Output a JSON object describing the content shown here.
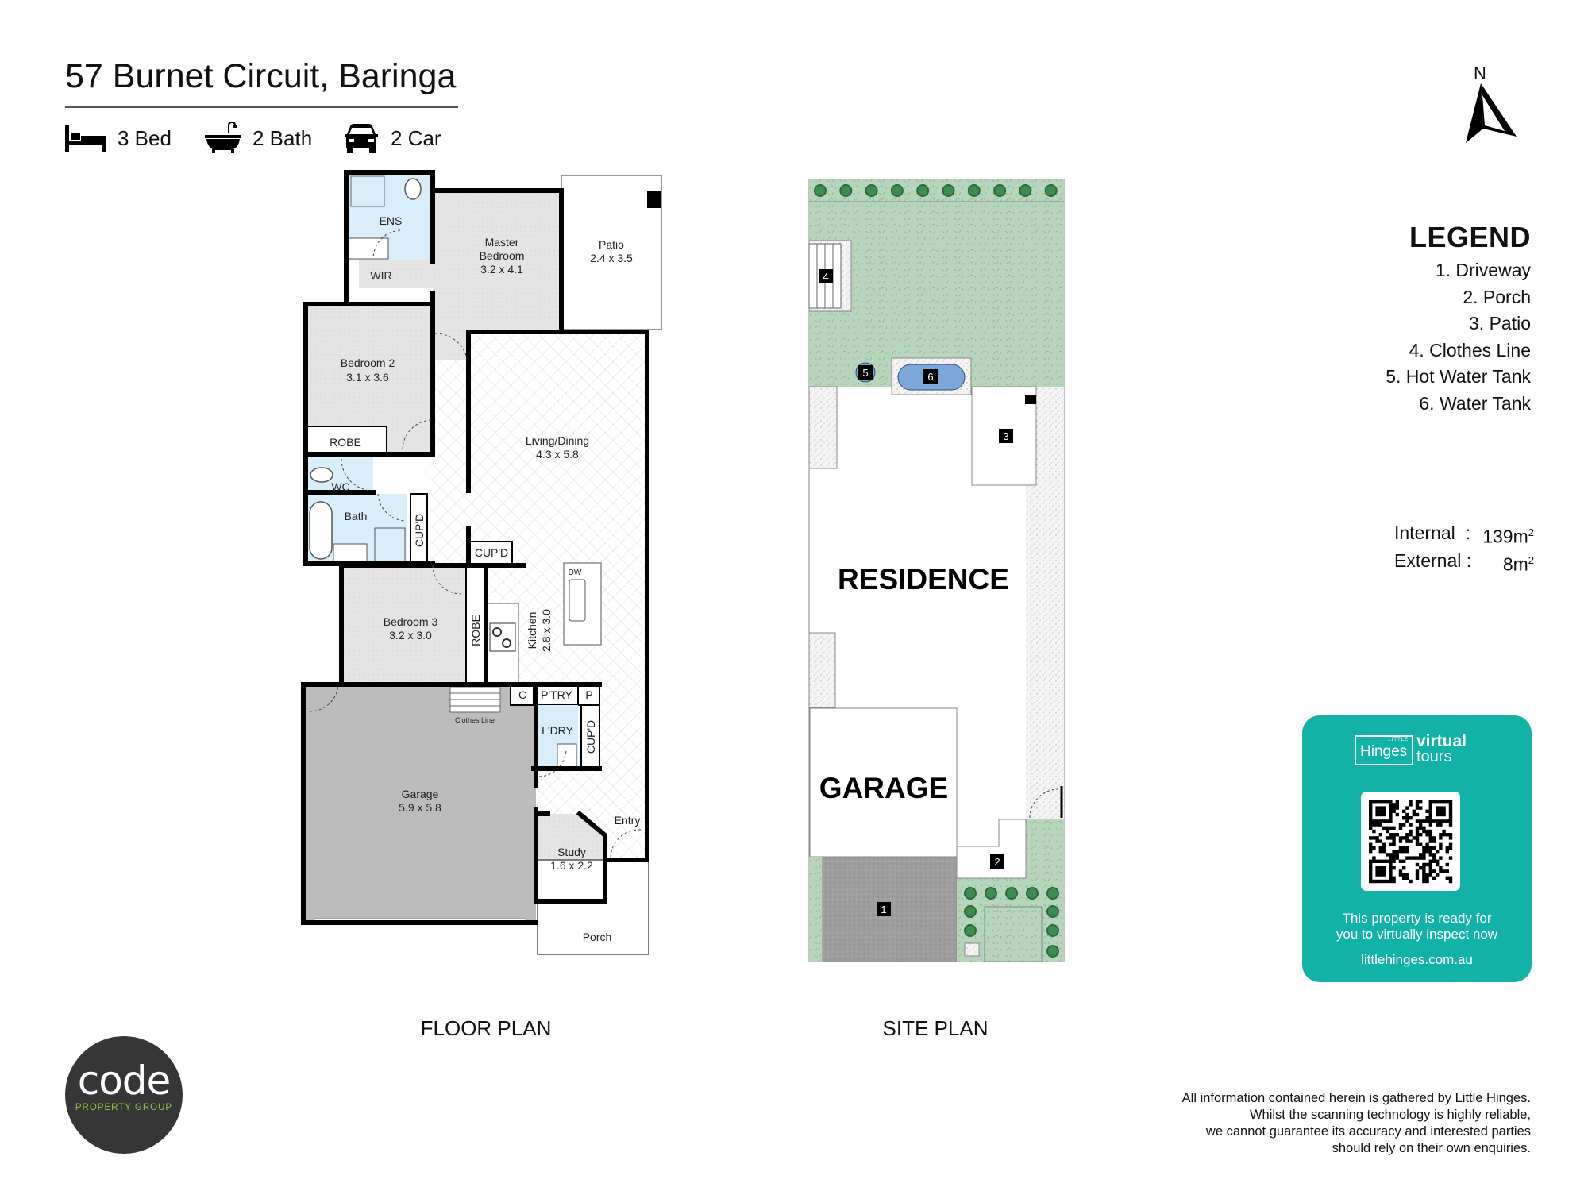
{
  "title": "57 Burnet Circuit, Baringa",
  "features": [
    {
      "icon": "bed-icon",
      "label": "3 Bed"
    },
    {
      "icon": "bath-icon",
      "label": "2 Bath"
    },
    {
      "icon": "car-icon",
      "label": "2 Car"
    }
  ],
  "compass": {
    "label": "N"
  },
  "legend": {
    "title": "LEGEND",
    "items": [
      "1. Driveway",
      "2. Porch",
      "3. Patio",
      "4. Clothes Line",
      "5. Hot Water Tank",
      "6. Water Tank"
    ]
  },
  "areas": {
    "internal_label": "Internal  :",
    "internal_value": "139m",
    "external_label": "External :",
    "external_value": "8m",
    "unit_sup": "2"
  },
  "floor_plan": {
    "caption": "FLOOR PLAN",
    "rooms": [
      {
        "name": "ENS"
      },
      {
        "name": "WIR"
      },
      {
        "name_line1": "Master",
        "name_line2": "Bedroom",
        "dims": "3.2 x 4.1"
      },
      {
        "name": "Patio",
        "dims": "2.4 x 3.5"
      },
      {
        "name": "Bedroom 2",
        "dims": "3.1 x 3.6"
      },
      {
        "name": "ROBE"
      },
      {
        "name": "Living/Dining",
        "dims": "4.3 x 5.8"
      },
      {
        "name": "WC"
      },
      {
        "name": "Bath"
      },
      {
        "name": "CUP'D"
      },
      {
        "name": "CUP'D"
      },
      {
        "name": "Bedroom 3",
        "dims": "3.2 x 3.0"
      },
      {
        "name": "ROBE"
      },
      {
        "name": "Kitchen",
        "dims": "2.8 x 3.0"
      },
      {
        "name": "DW"
      },
      {
        "name": "C"
      },
      {
        "name": "P'TRY"
      },
      {
        "name": "P"
      },
      {
        "name": "L'DRY"
      },
      {
        "name": "CUP'D"
      },
      {
        "name": "Clothes Line"
      },
      {
        "name": "Garage",
        "dims": "5.9 x 5.8"
      },
      {
        "name": "Study",
        "dims": "1.6 x 2.2"
      },
      {
        "name": "Entry"
      },
      {
        "name": "Porch"
      }
    ]
  },
  "site_plan": {
    "caption": "SITE PLAN",
    "residence_label": "RESIDENCE",
    "garage_label": "GARAGE",
    "markers": [
      "1",
      "2",
      "3",
      "4",
      "5",
      "6"
    ]
  },
  "tour_card": {
    "brand_small": "LITTLE",
    "brand": "Hinges",
    "virtual": "virtual",
    "tours": "tours",
    "message_line1": "This property is ready for",
    "message_line2": "you to virtually inspect now",
    "url": "littlehinges.com.au"
  },
  "logo": {
    "word": "code",
    "sub": "PROPERTY GROUP"
  },
  "disclaimer": [
    "All information contained herein is gathered by Little Hinges.",
    "Whilst the scanning technology is highly reliable,",
    "we cannot guarantee its accuracy and interested parties",
    "should rely on their own enquiries."
  ],
  "colors": {
    "wet_area": "#d9eefb",
    "carpet": "#e4e4e4",
    "garage": "#bcbcbc",
    "lawn": "#b7d5bb",
    "shrub": "#3f8c50",
    "driveway": "#9e9e9e",
    "water_tank": "#7ba7d9",
    "card": "#12b2a6",
    "logo_bg": "#363636",
    "logo_accent": "#8cc63f"
  }
}
